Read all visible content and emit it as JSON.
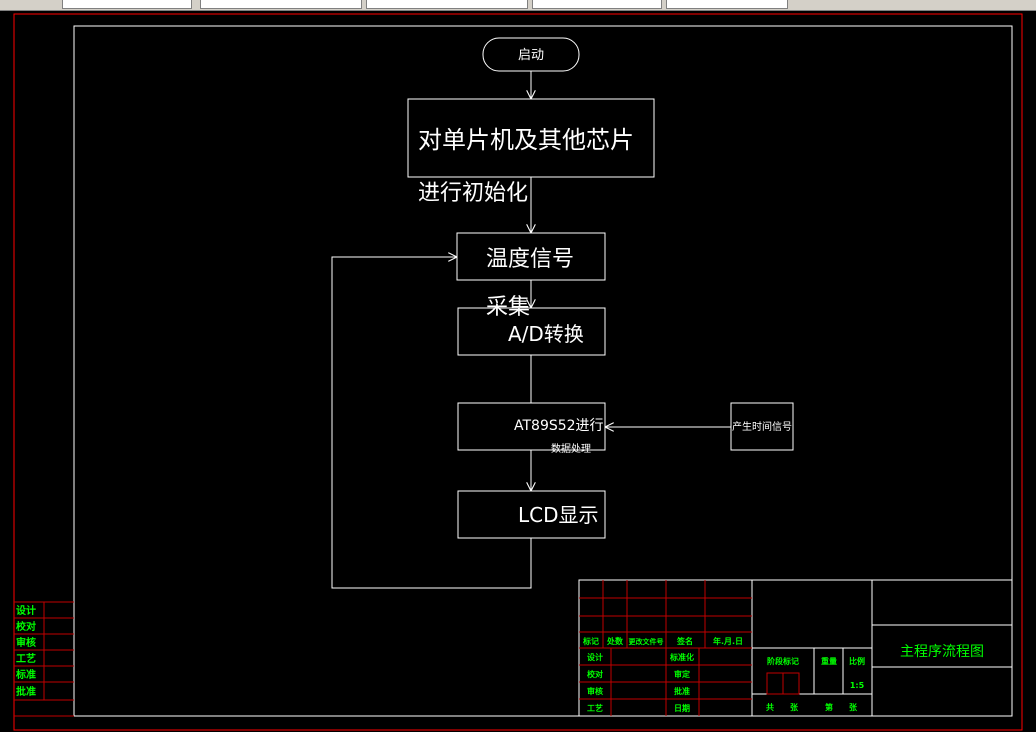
{
  "flowchart": {
    "start": "启动",
    "init_line1": "对单片机及其他芯片",
    "init_line2": "进行初始化",
    "temp_line1": "温度信号",
    "temp_line2": "采集",
    "ad": "A/D转换",
    "mcu_line1": "AT89S52进行",
    "mcu_line2": "数据处理",
    "timer": "产生时间信号",
    "lcd": "LCD显示"
  },
  "titleblock": {
    "drawing_title": "主程序流程图",
    "header_labels": [
      "标记",
      "处数",
      "更改文件号",
      "签名",
      "年.月.日"
    ],
    "role_labels_left": [
      "设计",
      "校对",
      "审核",
      "工艺"
    ],
    "role_labels_right": [
      "标准化",
      "审定",
      "批准",
      "日期"
    ],
    "stage_label": "阶段标记",
    "weight_label": "重量",
    "scale_label": "比例",
    "scale_value": "1:5",
    "bottom_labels": [
      "共",
      "张",
      "第",
      "张"
    ]
  },
  "signoff": {
    "rows": [
      "设计",
      "校对",
      "审核",
      "工艺",
      "标准",
      "批准"
    ]
  },
  "colors": {
    "background": "#000000",
    "line": "#ffffff",
    "frame": "#ff0000",
    "grid": "#c00000",
    "label": "#00ff00"
  }
}
